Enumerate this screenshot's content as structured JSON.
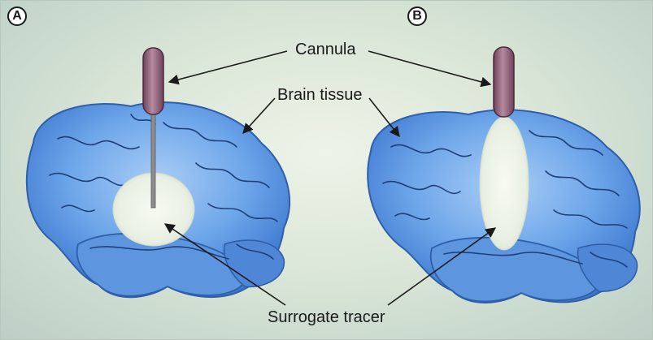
{
  "panels": [
    {
      "label": "A"
    },
    {
      "label": "B"
    }
  ],
  "labels": {
    "cannula": "Cannula",
    "brain_tissue": "Brain tissue",
    "surrogate_tracer": "Surrogate tracer"
  },
  "colors": {
    "brain_fill": "#6fa7ea",
    "brain_outline": "#2f5fa8",
    "sulci": "#1e3f7a",
    "cannula": "#8a5a70",
    "tracer": "#eef3e8",
    "arrow": "#1a1a1a"
  }
}
